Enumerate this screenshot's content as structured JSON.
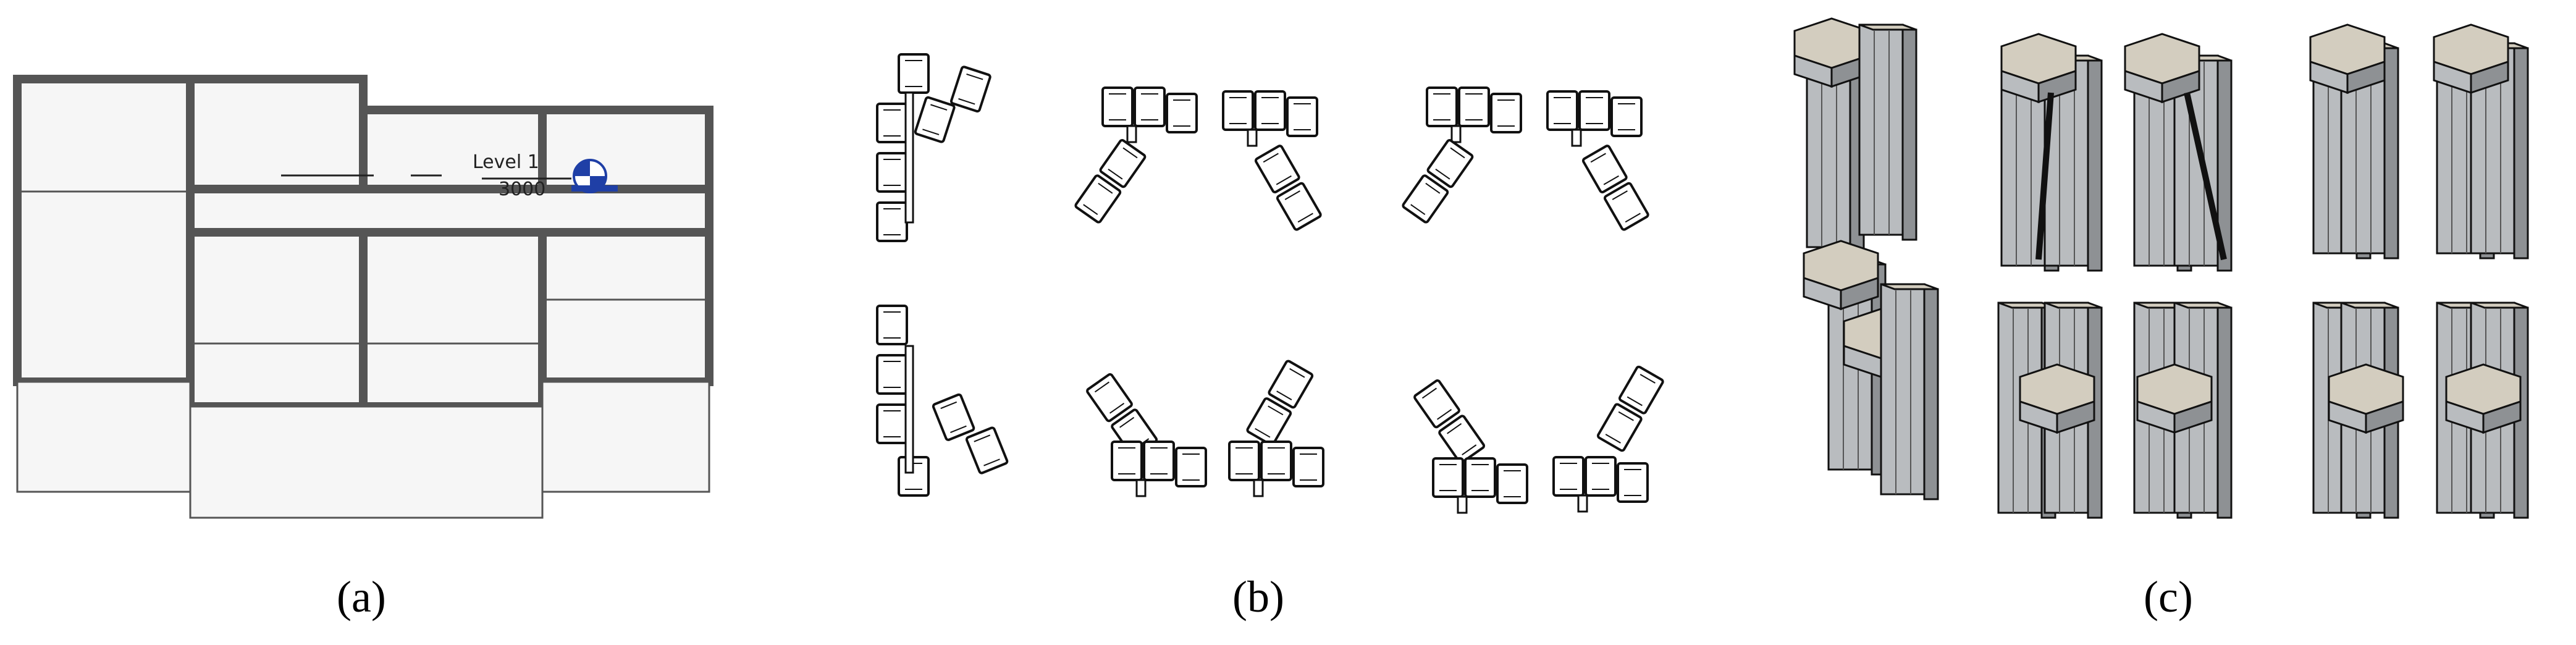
{
  "panels": [
    {
      "id": "a",
      "caption": "(a)",
      "caption_letter": "a"
    },
    {
      "id": "b",
      "caption": "(b)",
      "caption_letter": "b"
    },
    {
      "id": "c",
      "caption": "(c)",
      "caption_letter": "c"
    }
  ],
  "level_marker": {
    "name": "Level 1",
    "elevation": "3000"
  },
  "colors": {
    "wall": "#555555",
    "room_fill": "#f6f6f6",
    "marker_blue": "#1f3fa6",
    "mass_side": "#b9bcbf",
    "mass_side_dark": "#8e9194",
    "mass_top": "#d3cdbf",
    "outline": "#111111"
  },
  "icons": {
    "level_marker": "level-head-icon"
  }
}
